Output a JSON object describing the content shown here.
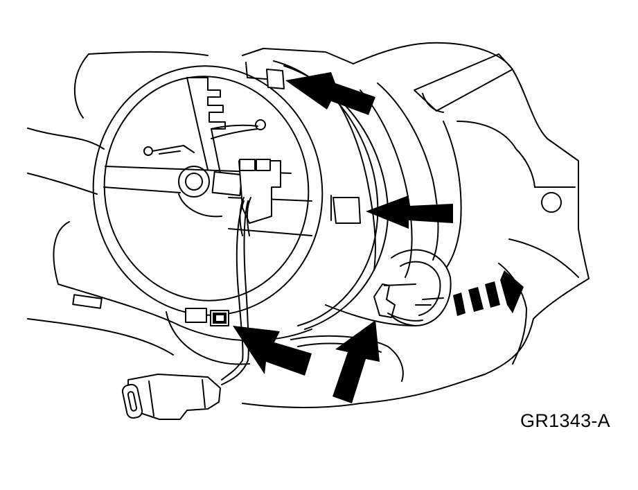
{
  "figure_id": "GR1343-A",
  "colors": {
    "line": "#000000",
    "background": "#ffffff"
  },
  "callouts": [
    {
      "name": "upper-tab-arrow"
    },
    {
      "name": "right-tab-arrow"
    },
    {
      "name": "lower-tab-arrow"
    },
    {
      "name": "clip-arrow"
    },
    {
      "name": "removal-direction-arrow"
    }
  ]
}
